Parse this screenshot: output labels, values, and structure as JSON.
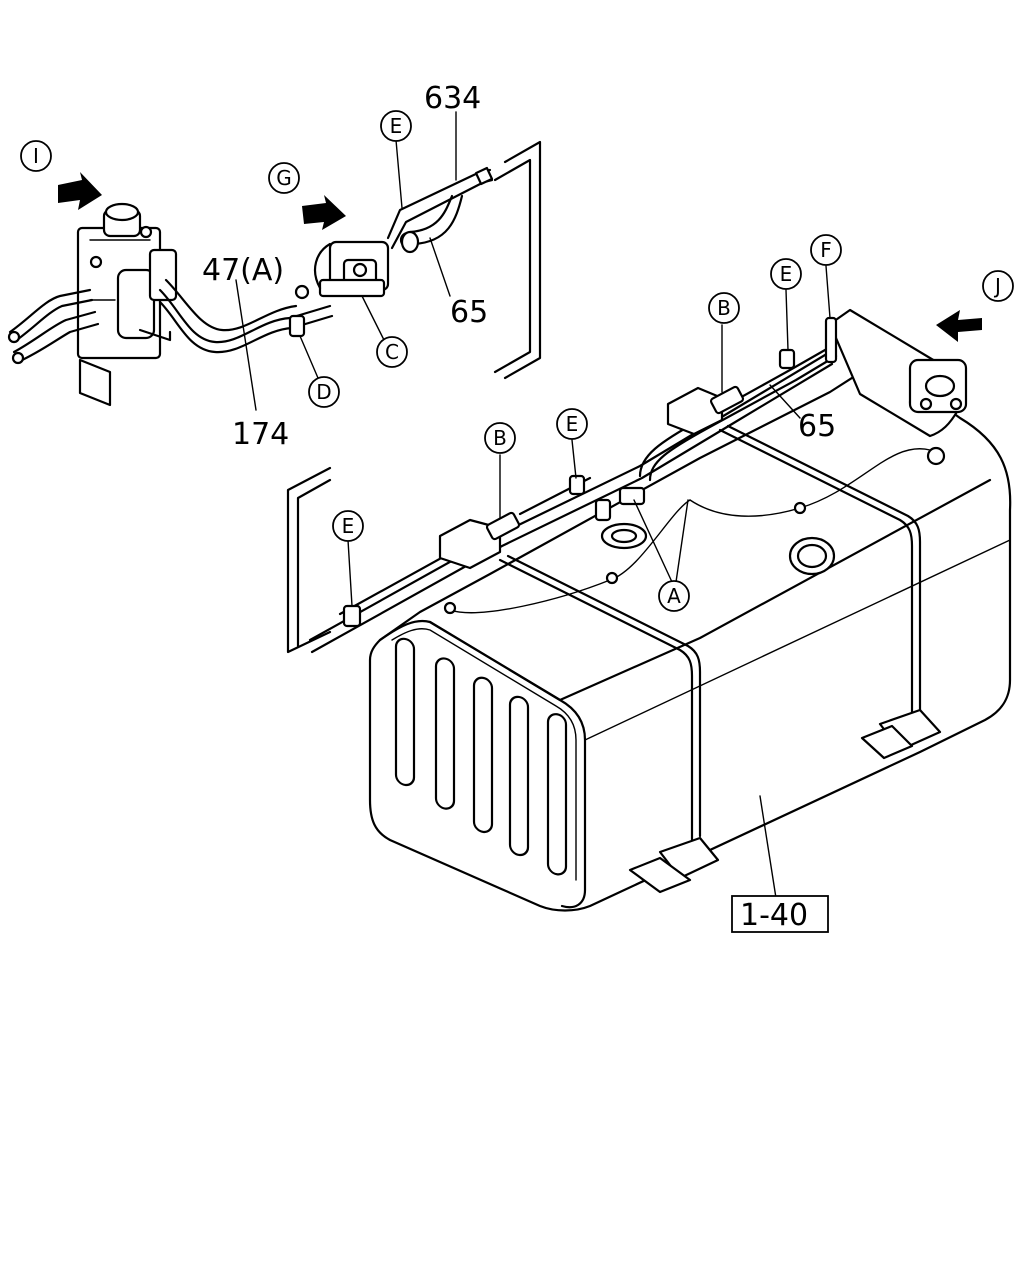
{
  "callouts": {
    "I": "I",
    "G": "G",
    "J": "J",
    "E1": "E",
    "E2": "E",
    "E3": "E",
    "E4": "E",
    "F": "F",
    "B1": "B",
    "B2": "B",
    "C": "C",
    "D": "D",
    "A": "A"
  },
  "part_numbers": {
    "p634": "634",
    "p47A": "47(A)",
    "p65_upper": "65",
    "p65_lower": "65",
    "p174": "174",
    "p1_40": "1-40"
  }
}
